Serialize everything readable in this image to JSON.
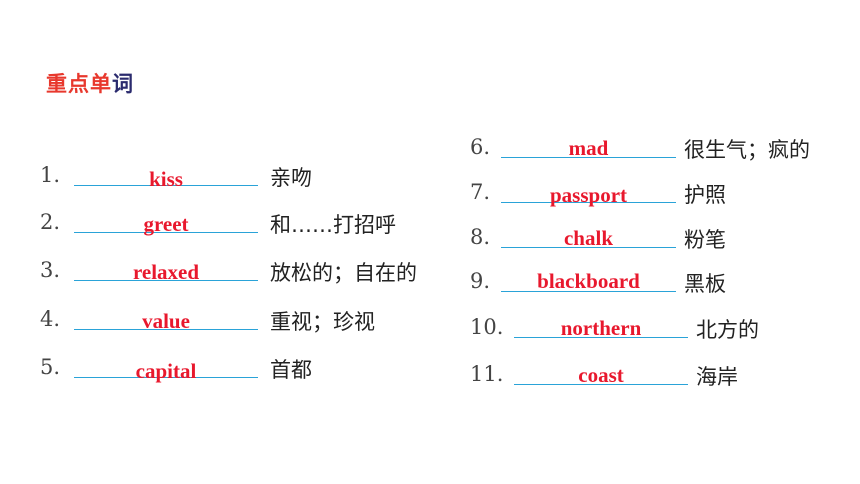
{
  "title": {
    "part1": "重点单",
    "part2": "词"
  },
  "left": [
    {
      "num": "1.",
      "answer": "kiss",
      "meaning": "亲吻"
    },
    {
      "num": "2.",
      "answer": "greet",
      "meaning": "和……打招呼"
    },
    {
      "num": "3.",
      "answer": "relaxed",
      "meaning": "放松的；自在的"
    },
    {
      "num": "4.",
      "answer": "value",
      "meaning": "重视；珍视"
    },
    {
      "num": "5.",
      "answer": "capital",
      "meaning": "首都"
    }
  ],
  "right": [
    {
      "num": "6.",
      "answer": "mad",
      "meaning": "很生气；疯的"
    },
    {
      "num": "7.",
      "answer": "passport",
      "meaning": "护照"
    },
    {
      "num": "8.",
      "answer": "chalk",
      "meaning": "粉笔"
    },
    {
      "num": "9.",
      "answer": "blackboard",
      "meaning": "黑板"
    },
    {
      "num": "10.",
      "answer": "northern",
      "meaning": "北方的"
    },
    {
      "num": "11.",
      "answer": "coast",
      "meaning": "海岸"
    }
  ]
}
